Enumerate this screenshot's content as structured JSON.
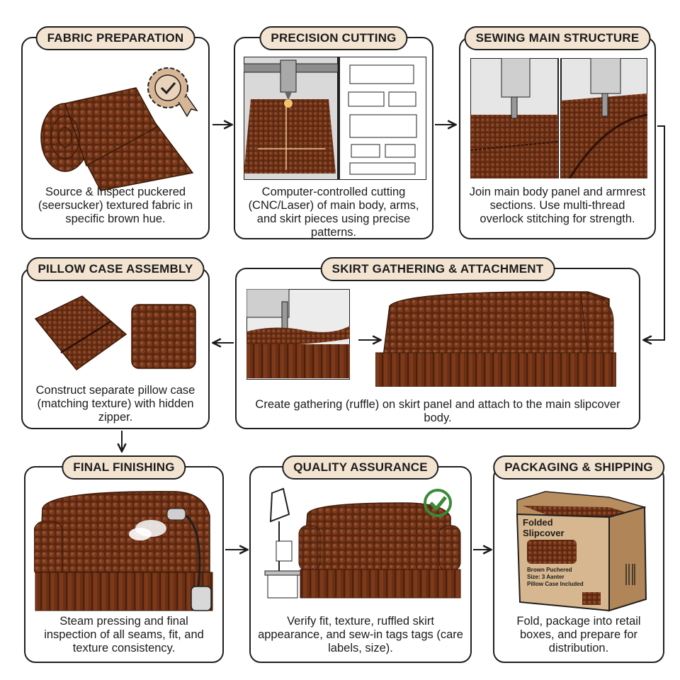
{
  "steps": [
    {
      "title": "FABRIC PREPARATION",
      "caption": "Source & Inspect puckered (seersucker) textured fabric in specific brown hue."
    },
    {
      "title": "PRECISION CUTTING",
      "caption": "Computer-controlled cutting (CNC/Laser) of main body, arms, and skirt pieces using precise patterns."
    },
    {
      "title": "SEWING MAIN STRUCTURE",
      "caption": "Join main body panel and armrest sections. Use multi-thread overlock stitching for strength."
    },
    {
      "title": "SKIRT GATHERING & ATTACHMENT",
      "caption": "Create gathering (ruffle) on skirt panel and attach to the main slipcover body."
    },
    {
      "title": "PILLOW CASE ASSEMBLY",
      "caption": "Construct separate pillow case (matching texture) with hidden zipper."
    },
    {
      "title": "FINAL FINISHING",
      "caption": "Steam pressing and final inspection of all seams, fit, and texture consistency."
    },
    {
      "title": "QUALITY ASSURANCE",
      "caption": "Verify fit, texture, ruffled skirt appearance, and sew-in tags tags (care labels, size)."
    },
    {
      "title": "PACKAGING & SHIPPING",
      "caption": "Fold, package into retail boxes, and prepare for distribution."
    }
  ],
  "box_label": {
    "heading": "Folded Slipcover",
    "line1": "Brown Puchered",
    "line2": "Size: 3 Aanter",
    "line3": "Pillow Case Included"
  },
  "colors": {
    "fabric": "#6e3317",
    "fabric_dark": "#4a200d",
    "fabric_light": "#8c4a27",
    "title_bg": "#f3e4d2",
    "check": "#3a8a3a",
    "box": "#c9a57a"
  },
  "icons": [
    "badge-check-icon",
    "check-circle-icon",
    "arrow-right-icon",
    "arrow-down-icon",
    "arrow-left-icon"
  ]
}
